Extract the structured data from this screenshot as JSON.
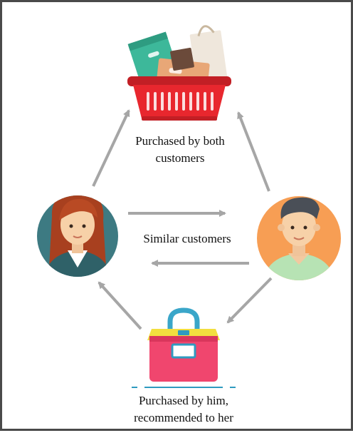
{
  "labels": {
    "top_line1": "Purchased by both",
    "top_line2": "customers",
    "middle": "Similar customers",
    "bottom_line1": "Purchased by him,",
    "bottom_line2": "recommended to her"
  },
  "colors": {
    "arrow": "#a6a6a6",
    "basket": "#e8272e",
    "woman_bg": "#3d7a82",
    "man_bg": "#f79e54",
    "bag": "#f0466e",
    "bag_accent": "#f2df3f"
  },
  "icons": {
    "basket": "shopping-basket-icon",
    "woman": "woman-avatar-icon",
    "man": "man-avatar-icon",
    "bag": "shopping-bag-icon"
  }
}
